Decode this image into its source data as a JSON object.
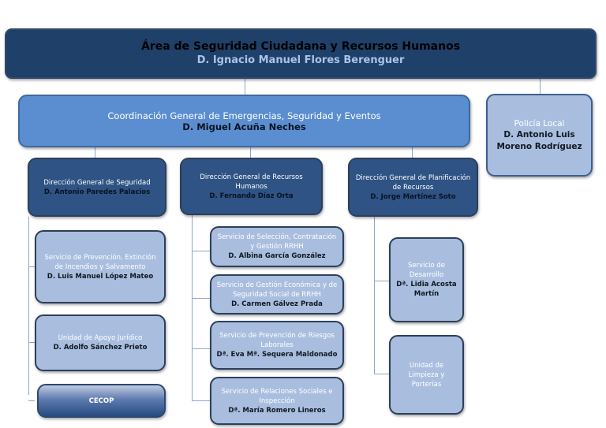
{
  "org_chart": {
    "root": {
      "title": "Área de Seguridad Ciudadana y Recursos Humanos",
      "name": "D. Ignacio Manuel Flores Berenguer"
    },
    "coordination": {
      "title": "Coordinación General de Emergencias, Seguridad y Eventos",
      "name": "D. Miguel Acuña Neches"
    },
    "police": {
      "title": "Policía Local",
      "name": "D. Antonio Luis Moreno Rodríguez"
    },
    "directorates": [
      {
        "title": "Dirección General de Seguridad",
        "name": "D. Antonio Paredes Palacios",
        "units": [
          {
            "title": "Servicio de Prevención, Extinción de Incendios y Salvamento",
            "name": "D. Luis Manuel López Mateo"
          },
          {
            "title": "Unidad de Apoyo Jurídico",
            "name": "D. Adolfo Sánchez Prieto"
          },
          {
            "title": "CECOP",
            "name": ""
          }
        ]
      },
      {
        "title": "Dirección General de Recursos Humanos",
        "name": "D. Fernando Díaz Orta",
        "units": [
          {
            "title": "Servicio de Selección, Contratación y Gestión RRHH",
            "name": "D. Albina García González"
          },
          {
            "title": "Servicio de Gestión Económica y de Seguridad Social de RRHH",
            "name": "D. Carmen Gálvez Prada"
          },
          {
            "title": "Servicio de Prevención de Riesgos Laborales",
            "name": "Dª. Eva Mª. Sequera Maldonado"
          },
          {
            "title": "Servicio de Relaciones Sociales e Inspección",
            "name": "Dª. María Romero Lineros"
          }
        ]
      },
      {
        "title": "Dirección General de Planificación de Recursos",
        "name": "D. Jorge Martínez Soto",
        "units": [
          {
            "title": "Servicio de Desarrollo",
            "name": "Dª. Lidia Acosta Martín"
          },
          {
            "title": "Unidad de Limpieza y Porterías",
            "name": ""
          }
        ]
      }
    ]
  }
}
